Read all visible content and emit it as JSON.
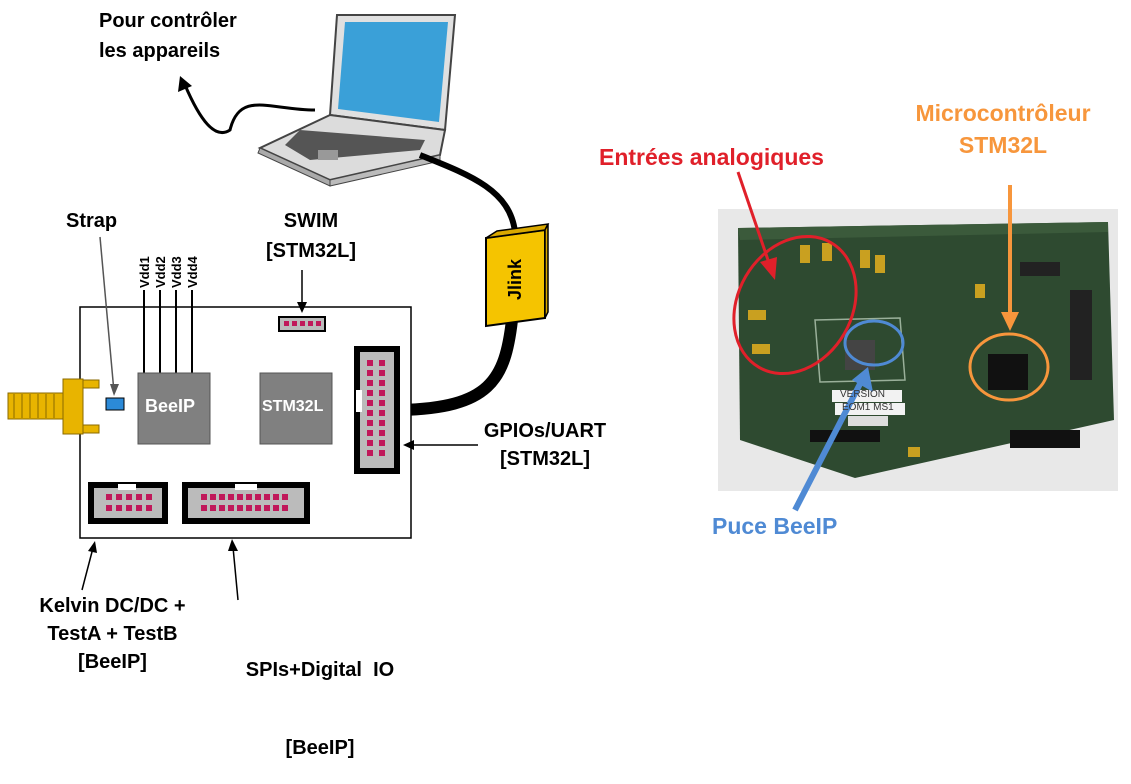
{
  "labels": {
    "pc": [
      "Pour contrôler",
      "les appareils"
    ],
    "strap": "Strap",
    "swim": [
      "SWIM",
      "[STM32L]"
    ],
    "vdd": [
      "Vdd1",
      "Vdd2",
      "Vdd3",
      "Vdd4"
    ],
    "beeip_chip": "BeeIP",
    "stm32_chip": "STM32L",
    "jlink": "Jlink",
    "gpio": [
      "GPIOs/UART",
      "[STM32L]"
    ],
    "kelvin": [
      "Kelvin DC/DC +",
      "TestA + TestB",
      "[BeeIP]"
    ],
    "spi": [
      "SPIs+Digital  IO",
      "[BeeIP]"
    ],
    "entrees": "Entrées analogiques",
    "micro": [
      "Microcontrôleur",
      "STM32L"
    ],
    "puce": "Puce BeeIP",
    "board_version": "VERSION",
    "board_name": "EOM1 MS1"
  },
  "colors": {
    "red": "#e0202a",
    "orange": "#f7963c",
    "blue": "#4f8ad4",
    "chip_gray": "#808080",
    "jlink_yellow": "#f5c400",
    "pin_magenta": "#c0185a",
    "pcb_green": "#2e4a30"
  },
  "icons": [
    "laptop-icon",
    "sma-connector-icon"
  ]
}
